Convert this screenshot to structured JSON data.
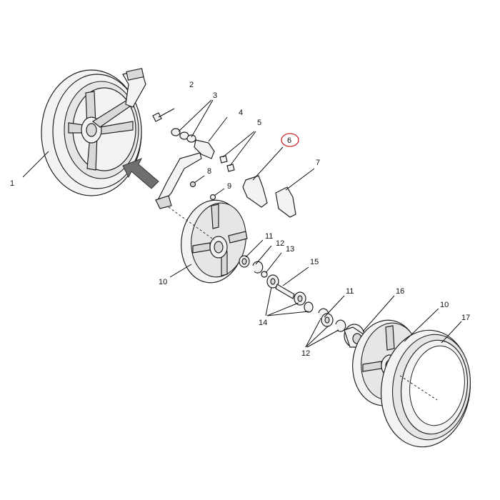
{
  "colors": {
    "highlight": "#cc2a2a",
    "line": "#222222",
    "fill": "#f3f3f3"
  },
  "callouts": {
    "c1": "1",
    "c2": "2",
    "c3": "3",
    "c4": "4",
    "c5": "5",
    "c6": "6",
    "c7": "7",
    "c8": "8",
    "c9": "9",
    "c10a": "10",
    "c10b": "10",
    "c11a": "11",
    "c11b": "11",
    "c12a": "12",
    "c12b": "12",
    "c13": "13",
    "c14": "14",
    "c15": "15",
    "c16": "16",
    "c17": "17"
  },
  "highlighted_callout": "6"
}
